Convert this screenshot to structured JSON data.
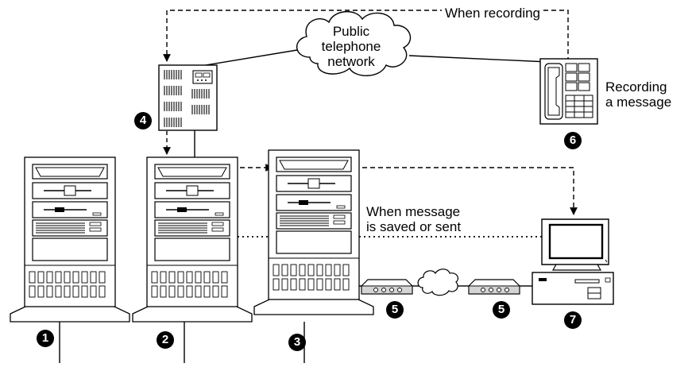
{
  "labels": {
    "cloud_top_line1": "Public",
    "cloud_top_line2": "telephone",
    "cloud_top_line3": "network",
    "when_recording": "When recording",
    "recording_line1": "Recording",
    "recording_line2": "a message",
    "saved_line1": "When message",
    "saved_line2": "is saved or sent"
  },
  "badges": {
    "b1": "1",
    "b2": "2",
    "b3": "3",
    "b4": "4",
    "b5a": "5",
    "b5b": "5",
    "b6": "6",
    "b7": "7"
  },
  "nodes": [
    {
      "id": "server-1",
      "icon": "tower-server-icon",
      "badge": "1"
    },
    {
      "id": "server-2",
      "icon": "tower-server-icon",
      "badge": "2"
    },
    {
      "id": "server-3",
      "icon": "tower-server-icon",
      "badge": "3"
    },
    {
      "id": "pbx",
      "icon": "telephone-switch-icon",
      "badge": "4"
    },
    {
      "id": "modem-left",
      "icon": "modem-icon",
      "badge": "5"
    },
    {
      "id": "modem-right",
      "icon": "modem-icon",
      "badge": "5"
    },
    {
      "id": "telephone",
      "icon": "telephone-icon",
      "badge": "6"
    },
    {
      "id": "workstation",
      "icon": "desktop-computer-icon",
      "badge": "7"
    }
  ]
}
